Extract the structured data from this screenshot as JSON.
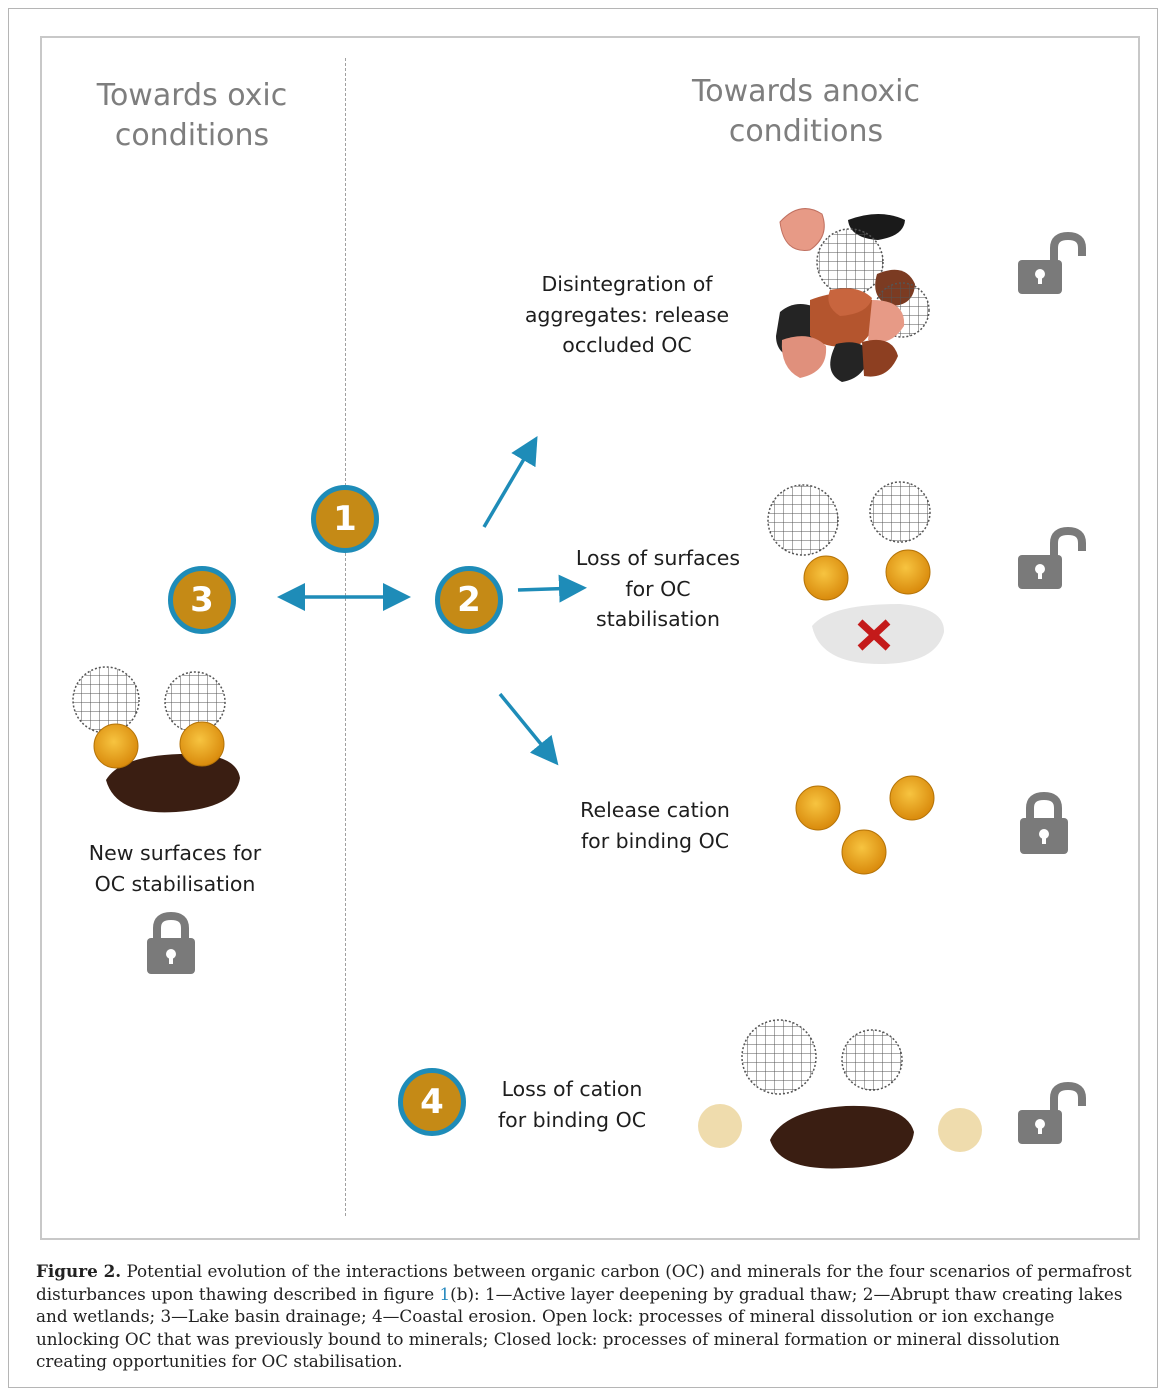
{
  "headings": {
    "left": [
      "Towards oxic",
      "conditions"
    ],
    "right": [
      "Towards anoxic",
      "conditions"
    ]
  },
  "badges": {
    "b1": "1",
    "b2": "2",
    "b3": "3",
    "b4": "4"
  },
  "labels": {
    "disintegration": [
      "Disintegration of",
      "aggregates: release",
      "occluded OC"
    ],
    "loss_surfaces": [
      "Loss of surfaces",
      "for OC",
      "stabilisation"
    ],
    "release_cation": [
      "Release cation",
      "for binding OC"
    ],
    "new_surfaces": [
      "New surfaces for",
      "OC stabilisation"
    ],
    "loss_cation": [
      "Loss of cation",
      "for binding OC"
    ]
  },
  "locks": {
    "disintegration": "open",
    "loss_surfaces": "open",
    "release_cation": "closed",
    "new_surfaces": "closed",
    "loss_cation": "open"
  },
  "colors": {
    "arrow": "#1e8cb8",
    "badge_fill": "#c58a16",
    "badge_ring": "#1e8cb8",
    "lock": "#7a7a7a",
    "cation": "#e8a21a",
    "lost_cation": "#efdcad",
    "organic_matter": "#3a1e12",
    "cross": "#c41a1a"
  },
  "caption": {
    "label": "Figure 2.",
    "text_before_ref": " Potential evolution of the interactions between organic carbon (OC) and minerals for the four scenarios of permafrost disturbances upon thawing described in figure ",
    "ref": "1",
    "text_after_ref": "(b): 1—Active layer deepening by gradual thaw; 2—Abrupt thaw creating lakes and wetlands; 3—Lake basin drainage; 4—Coastal erosion. Open lock: processes of mineral dissolution or ion exchange unlocking OC that was previously bound to minerals; Closed lock: processes of mineral formation or mineral dissolution creating opportunities for OC stabilisation."
  }
}
